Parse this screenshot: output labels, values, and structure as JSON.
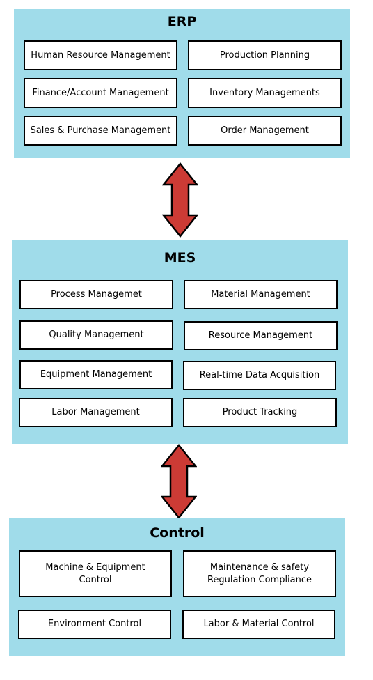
{
  "colors": {
    "panel_fill": "#a0dcea",
    "box_fill": "#ffffff",
    "box_border": "#000000",
    "arrow_fill": "#cc3b35",
    "arrow_stroke": "#000000"
  },
  "erp": {
    "title": "ERP",
    "modules": [
      "Human Resource Management",
      "Production Planning",
      "Finance/Account Management",
      "Inventory Managements",
      "Sales & Purchase Management",
      "Order Management"
    ]
  },
  "mes": {
    "title": "MES",
    "modules": [
      "Process Managemet",
      "Material Management",
      "Quality Management",
      "Resource Management",
      "Equipment Management",
      "Real-time Data Acquisition",
      "Labor Management",
      "Product Tracking"
    ]
  },
  "control": {
    "title": "Control",
    "modules": [
      "Machine & Equipment Control",
      "Maintenance & safety Regulation Compliance",
      "Environment Control",
      "Labor & Material Control"
    ]
  }
}
